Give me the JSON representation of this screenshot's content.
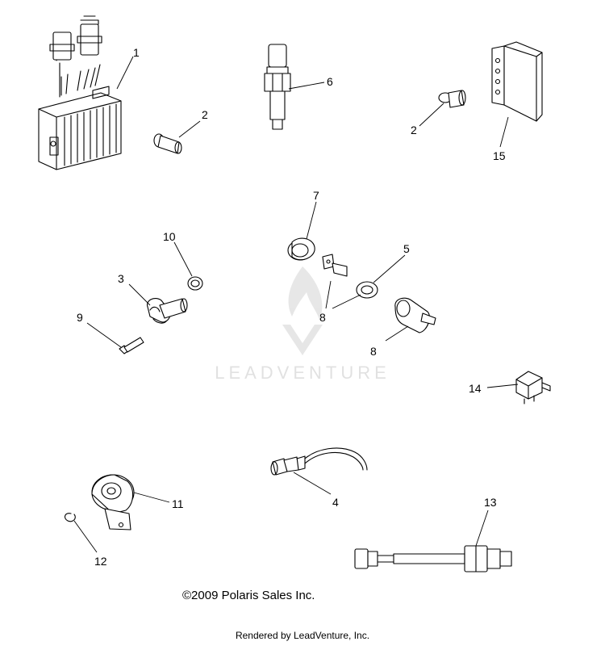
{
  "watermark": {
    "text": "LEADVENTURE",
    "color": "#dedede"
  },
  "callouts": {
    "c1": "1",
    "c2a": "2",
    "c2b": "2",
    "c3": "3",
    "c4": "4",
    "c5": "5",
    "c6": "6",
    "c7": "7",
    "c8a": "8",
    "c8b": "8",
    "c9": "9",
    "c10": "10",
    "c11": "11",
    "c12": "12",
    "c13": "13",
    "c14": "14",
    "c15": "15"
  },
  "footer": {
    "copyright": "©2009 Polaris Sales Inc.",
    "rendered_by": "Rendered by LeadVenture, Inc."
  }
}
